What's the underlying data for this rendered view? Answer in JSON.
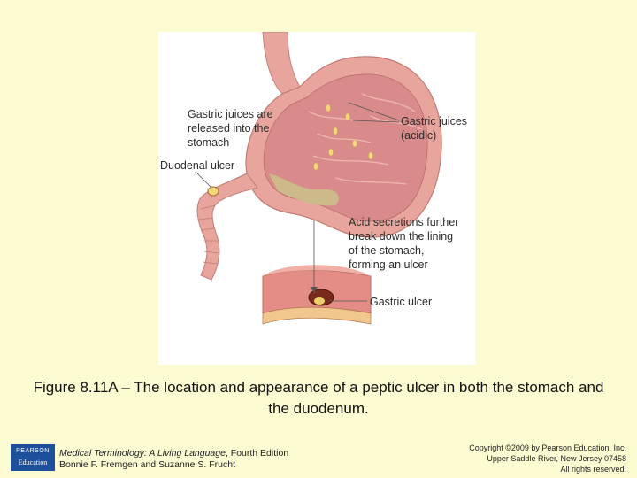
{
  "figure": {
    "labels": {
      "gastric_juices_released": "Gastric juices are\nreleased into the\nstomach",
      "duodenal_ulcer": "Duodenal ulcer",
      "gastric_juices_acidic": "Gastric juices\n(acidic)",
      "acid_secretions": "Acid secretions further\nbreak down the lining\nof the stomach,\nforming an ulcer",
      "gastric_ulcer": "Gastric ulcer"
    }
  },
  "caption": "Figure 8.11A – The location and appearance of a peptic ulcer in both the stomach and the duodenum.",
  "footer": {
    "logo_top": "PEARSON",
    "logo_bottom": "Education",
    "book_title": "Medical Terminology: A Living Language",
    "book_edition": ", Fourth Edition",
    "book_authors": "Bonnie F. Fremgen and Suzanne S. Frucht",
    "copyright_line1": "Copyright ©2009 by Pearson Education, Inc.",
    "copyright_line2": "Upper Saddle River, New Jersey 07458",
    "copyright_line3": "All rights reserved."
  },
  "colors": {
    "background": "#fdfbd1",
    "logo_blue": "#1c4f9c",
    "stomach_pink": "#e8a59d",
    "stomach_inner": "#d98a8a",
    "ulcer_dark": "#7a2a1a"
  }
}
